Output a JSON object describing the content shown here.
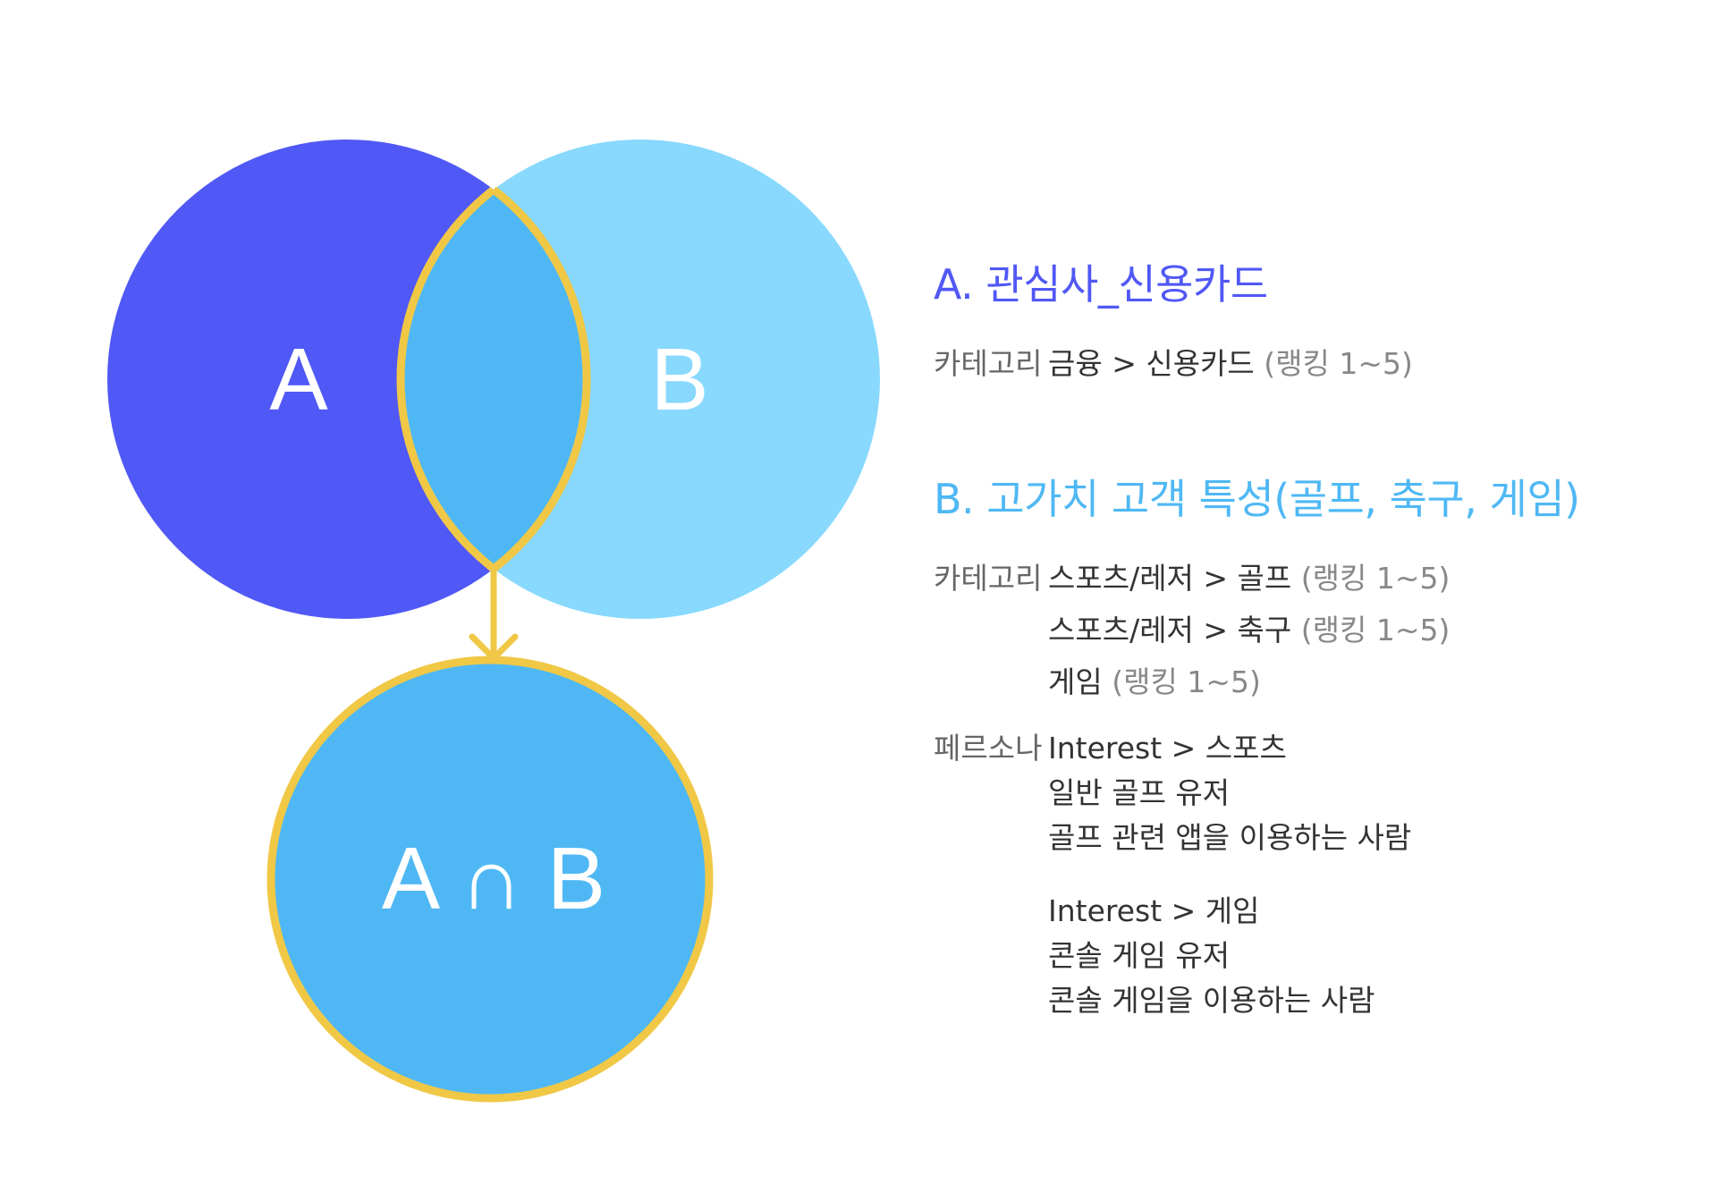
{
  "colors": {
    "set_a": "#5058f5",
    "set_b": "#88d9fd",
    "overlap": "#4fb8f4",
    "outline": "#f0c846",
    "heading_a": "#5058f5",
    "heading_b": "#4fb8f4",
    "body_text": "#333333",
    "muted_text": "#888888"
  },
  "diagram": {
    "circle_a_label": "A",
    "circle_b_label": "B",
    "intersection_label": "A ∩ B"
  },
  "section_a": {
    "title": "A. 관심사_신용카드",
    "category_label": "카테고리",
    "category_value": "금융 > 신용카드",
    "category_rank": "(랭킹 1~5)"
  },
  "section_b": {
    "title": "B. 고가치 고객 특성(골프, 축구, 게임)",
    "category_label": "카테고리",
    "categories": [
      {
        "value": "스포츠/레저 > 골프",
        "rank": "(랭킹 1~5)"
      },
      {
        "value": "스포츠/레저 > 축구",
        "rank": "(랭킹 1~5)"
      },
      {
        "value": "게임",
        "rank": "(랭킹 1~5)"
      }
    ],
    "persona_label": "페르소나",
    "persona_lines": [
      "Interest > 스포츠",
      "일반 골프 유저",
      "골프 관련 앱을 이용하는 사람",
      "Interest > 게임",
      "콘솔 게임 유저",
      "콘솔 게임을 이용하는 사람"
    ]
  }
}
